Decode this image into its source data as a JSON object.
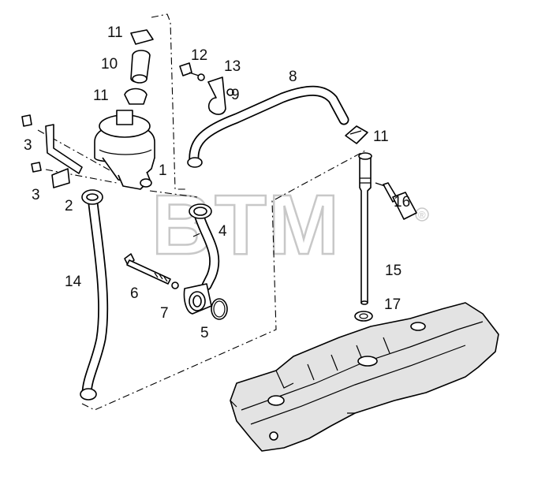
{
  "diagram": {
    "watermark": {
      "text": "BTM",
      "mark": "®"
    },
    "callouts": [
      {
        "id": "c-11-top",
        "text": "11"
      },
      {
        "id": "c-10",
        "text": "10"
      },
      {
        "id": "c-11-mid",
        "text": "11"
      },
      {
        "id": "c-12",
        "text": "12"
      },
      {
        "id": "c-13",
        "text": "13"
      },
      {
        "id": "c-9",
        "text": "9"
      },
      {
        "id": "c-8",
        "text": "8"
      },
      {
        "id": "c-11-right",
        "text": "11"
      },
      {
        "id": "c-3-top",
        "text": "3"
      },
      {
        "id": "c-3-bottom",
        "text": "3"
      },
      {
        "id": "c-1",
        "text": "1"
      },
      {
        "id": "c-2",
        "text": "2"
      },
      {
        "id": "c-4",
        "text": "4"
      },
      {
        "id": "c-16",
        "text": "16"
      },
      {
        "id": "c-14",
        "text": "14"
      },
      {
        "id": "c-6",
        "text": "6"
      },
      {
        "id": "c-7",
        "text": "7"
      },
      {
        "id": "c-5",
        "text": "5"
      },
      {
        "id": "c-15",
        "text": "15"
      },
      {
        "id": "c-17",
        "text": "17"
      }
    ]
  }
}
